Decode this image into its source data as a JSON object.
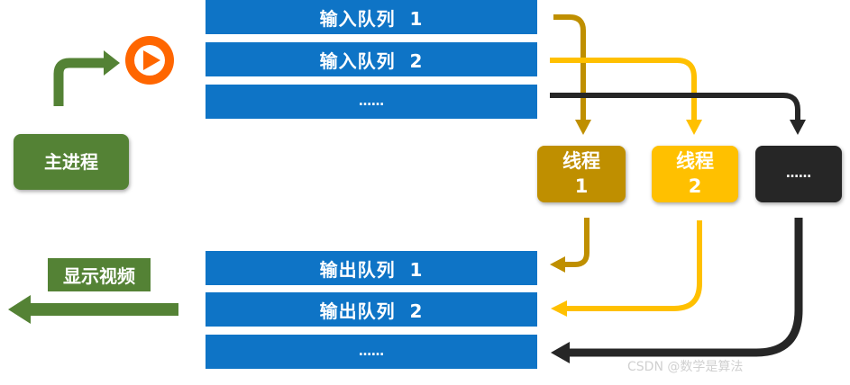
{
  "input_queues": [
    {
      "label": "输入队列  1"
    },
    {
      "label": "输入队列  2"
    },
    {
      "label": "……"
    }
  ],
  "output_queues": [
    {
      "label": "输出队列  1"
    },
    {
      "label": "输出队列  2"
    },
    {
      "label": "……"
    }
  ],
  "main_process": {
    "label": "主进程"
  },
  "threads": [
    {
      "line1": "线程",
      "line2": "1",
      "color": "#bf8f00"
    },
    {
      "line1": "线程",
      "line2": "2",
      "color": "#ffc000"
    },
    {
      "line1": "……",
      "line2": "",
      "color": "#262626"
    }
  ],
  "display_video": {
    "label": "显示视频"
  },
  "watermark": "CSDN @数学是算法",
  "colors": {
    "queue_blue": "#0e74c6",
    "green": "#548235",
    "orange_play": "#ff6600"
  },
  "icons": [
    "play-icon"
  ]
}
